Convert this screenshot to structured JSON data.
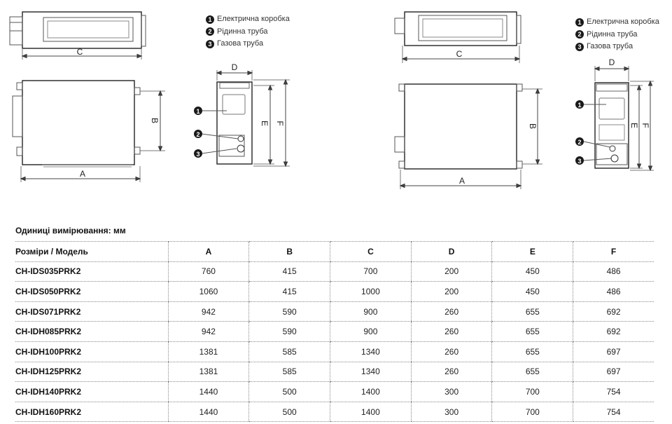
{
  "legend_left": {
    "items": [
      {
        "num": "1",
        "label": "Електрична коробка"
      },
      {
        "num": "2",
        "label": "Рідинна труба"
      },
      {
        "num": "3",
        "label": "Газова труба"
      }
    ]
  },
  "legend_right": {
    "items": [
      {
        "num": "1",
        "label": "Електрична коробка"
      },
      {
        "num": "2",
        "label": "Рідинна труба"
      },
      {
        "num": "3",
        "label": "Газова труба"
      }
    ]
  },
  "dimension_labels": {
    "a": "A",
    "b": "B",
    "c": "C",
    "d": "D",
    "e": "E",
    "f": "F"
  },
  "callouts": {
    "one": "1",
    "two": "2",
    "three": "3"
  },
  "units_title": "Одиниці вимірювання: мм",
  "table": {
    "headers": [
      "Розміри / Модель",
      "A",
      "B",
      "C",
      "D",
      "E",
      "F"
    ],
    "rows": [
      [
        "CH-IDS035PRK2",
        "760",
        "415",
        "700",
        "200",
        "450",
        "486"
      ],
      [
        "CH-IDS050PRK2",
        "1060",
        "415",
        "1000",
        "200",
        "450",
        "486"
      ],
      [
        "CH-IDS071PRK2",
        "942",
        "590",
        "900",
        "260",
        "655",
        "692"
      ],
      [
        "CH-IDH085PRK2",
        "942",
        "590",
        "900",
        "260",
        "655",
        "692"
      ],
      [
        "CH-IDH100PRK2",
        "1381",
        "585",
        "1340",
        "260",
        "655",
        "697"
      ],
      [
        "CH-IDH125PRK2",
        "1381",
        "585",
        "1340",
        "260",
        "655",
        "697"
      ],
      [
        "CH-IDH140PRK2",
        "1440",
        "500",
        "1400",
        "300",
        "700",
        "754"
      ],
      [
        "CH-IDH160PRK2",
        "1440",
        "500",
        "1400",
        "300",
        "700",
        "754"
      ]
    ]
  }
}
